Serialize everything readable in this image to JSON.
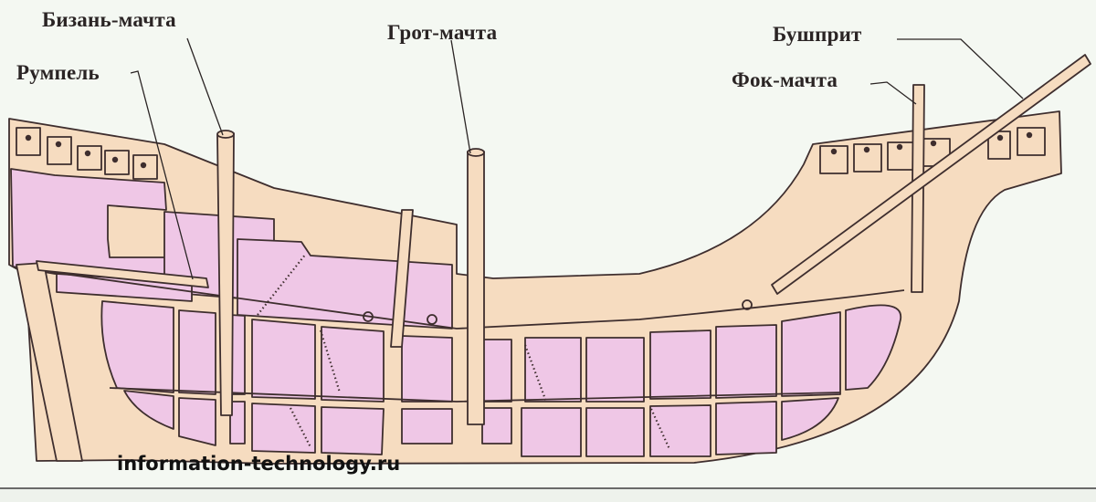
{
  "diagram": {
    "title": "Ship cross-section (caravel) with labeled parts",
    "colors": {
      "background": "#f4f8f2",
      "hull": "#f6dcc0",
      "hold": "#efc7e6",
      "outline": "#3e2e2e",
      "label_text": "#2a2424"
    },
    "labels": [
      {
        "id": "mizzen-mast",
        "text": "Бизань-мачта"
      },
      {
        "id": "tiller",
        "text": "Румпель"
      },
      {
        "id": "main-mast",
        "text": "Грот-мачта"
      },
      {
        "id": "bowsprit",
        "text": "Бушприт"
      },
      {
        "id": "fore-mast",
        "text": "Фок-мачта"
      }
    ],
    "watermark": "information-technology.ru"
  }
}
